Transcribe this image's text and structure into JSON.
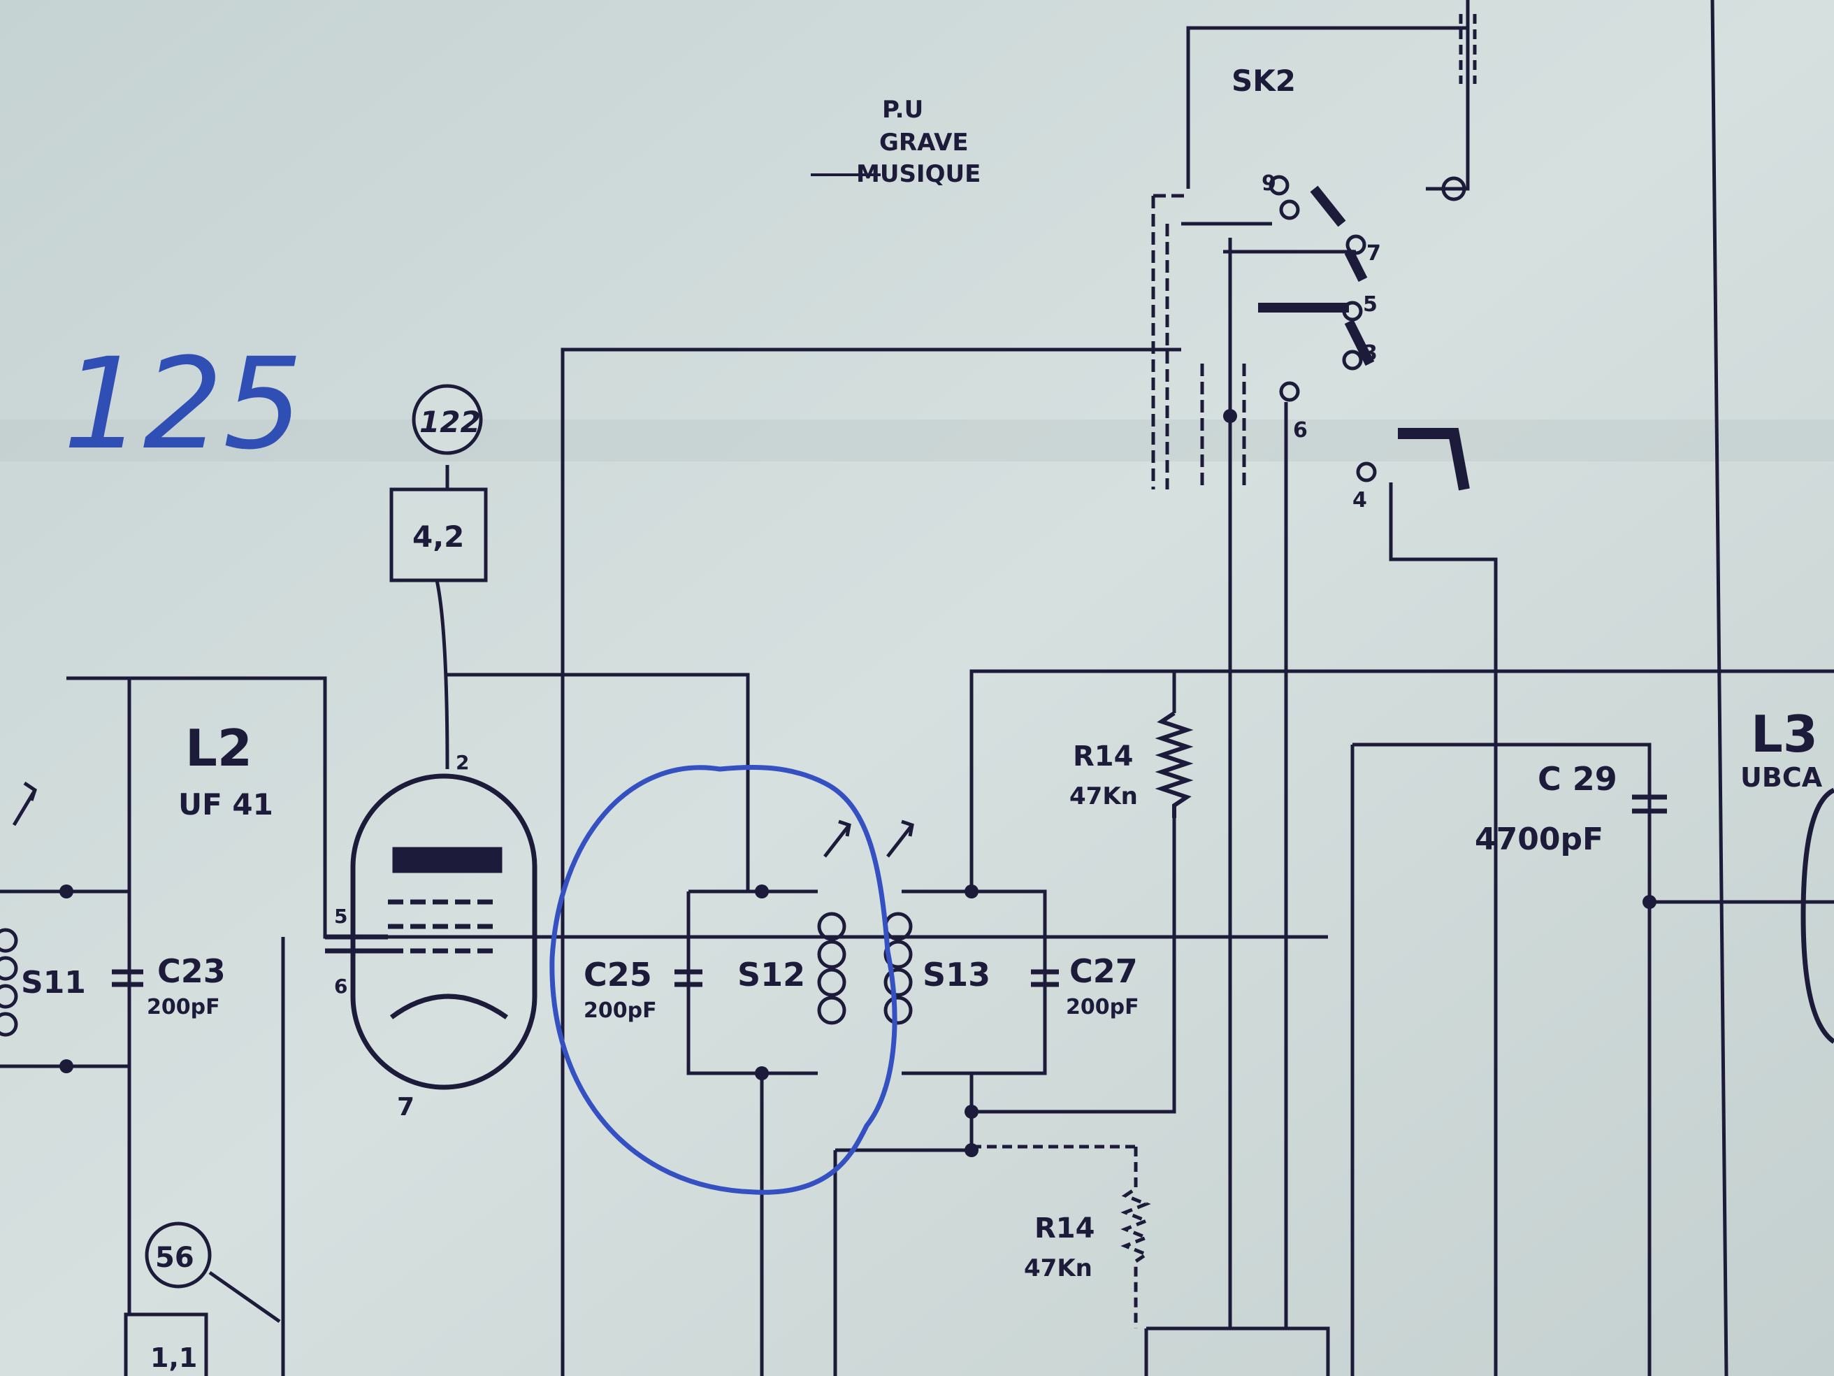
{
  "annotation": {
    "number": "125",
    "ink_color": "#3a5cc8"
  },
  "colors": {
    "paper": "#cdd9d8",
    "ink": "#1d1b3a",
    "highlight": "#3550c0"
  },
  "switch_labels": {
    "pu": "P.U",
    "grave": "GRAVE",
    "musique": "MUSIQUE",
    "switch": "SK2",
    "pin_a": "9",
    "pin_b": "7",
    "pin_c": "5",
    "pin_d": "3",
    "pin_e": "6",
    "pin_f": "4"
  },
  "tube_l2": {
    "name": "L2",
    "type": "UF 41",
    "pin_anode": "2",
    "pin_g2": "5",
    "pin_g1": "6",
    "pin_k": "7"
  },
  "tube_l3": {
    "name": "L3",
    "type": "UBCA"
  },
  "test_points": {
    "tp_voltage_top": "122",
    "tp_value_top": "4,2",
    "tp_voltage_bottom": "56",
    "tp_value_bottom": "1,1"
  },
  "components": {
    "s11": "S11",
    "c23": {
      "name": "C23",
      "value": "200pF"
    },
    "c25": {
      "name": "C25",
      "value": "200pF"
    },
    "s12": "S12",
    "s13": "S13",
    "c27": {
      "name": "C27",
      "value": "200pF"
    },
    "r14_upper": {
      "name": "R14",
      "value": "47Kn"
    },
    "r14_lower": {
      "name": "R14",
      "value": "47Kn"
    },
    "c29": {
      "name": "C 29",
      "value": "4700pF"
    }
  }
}
